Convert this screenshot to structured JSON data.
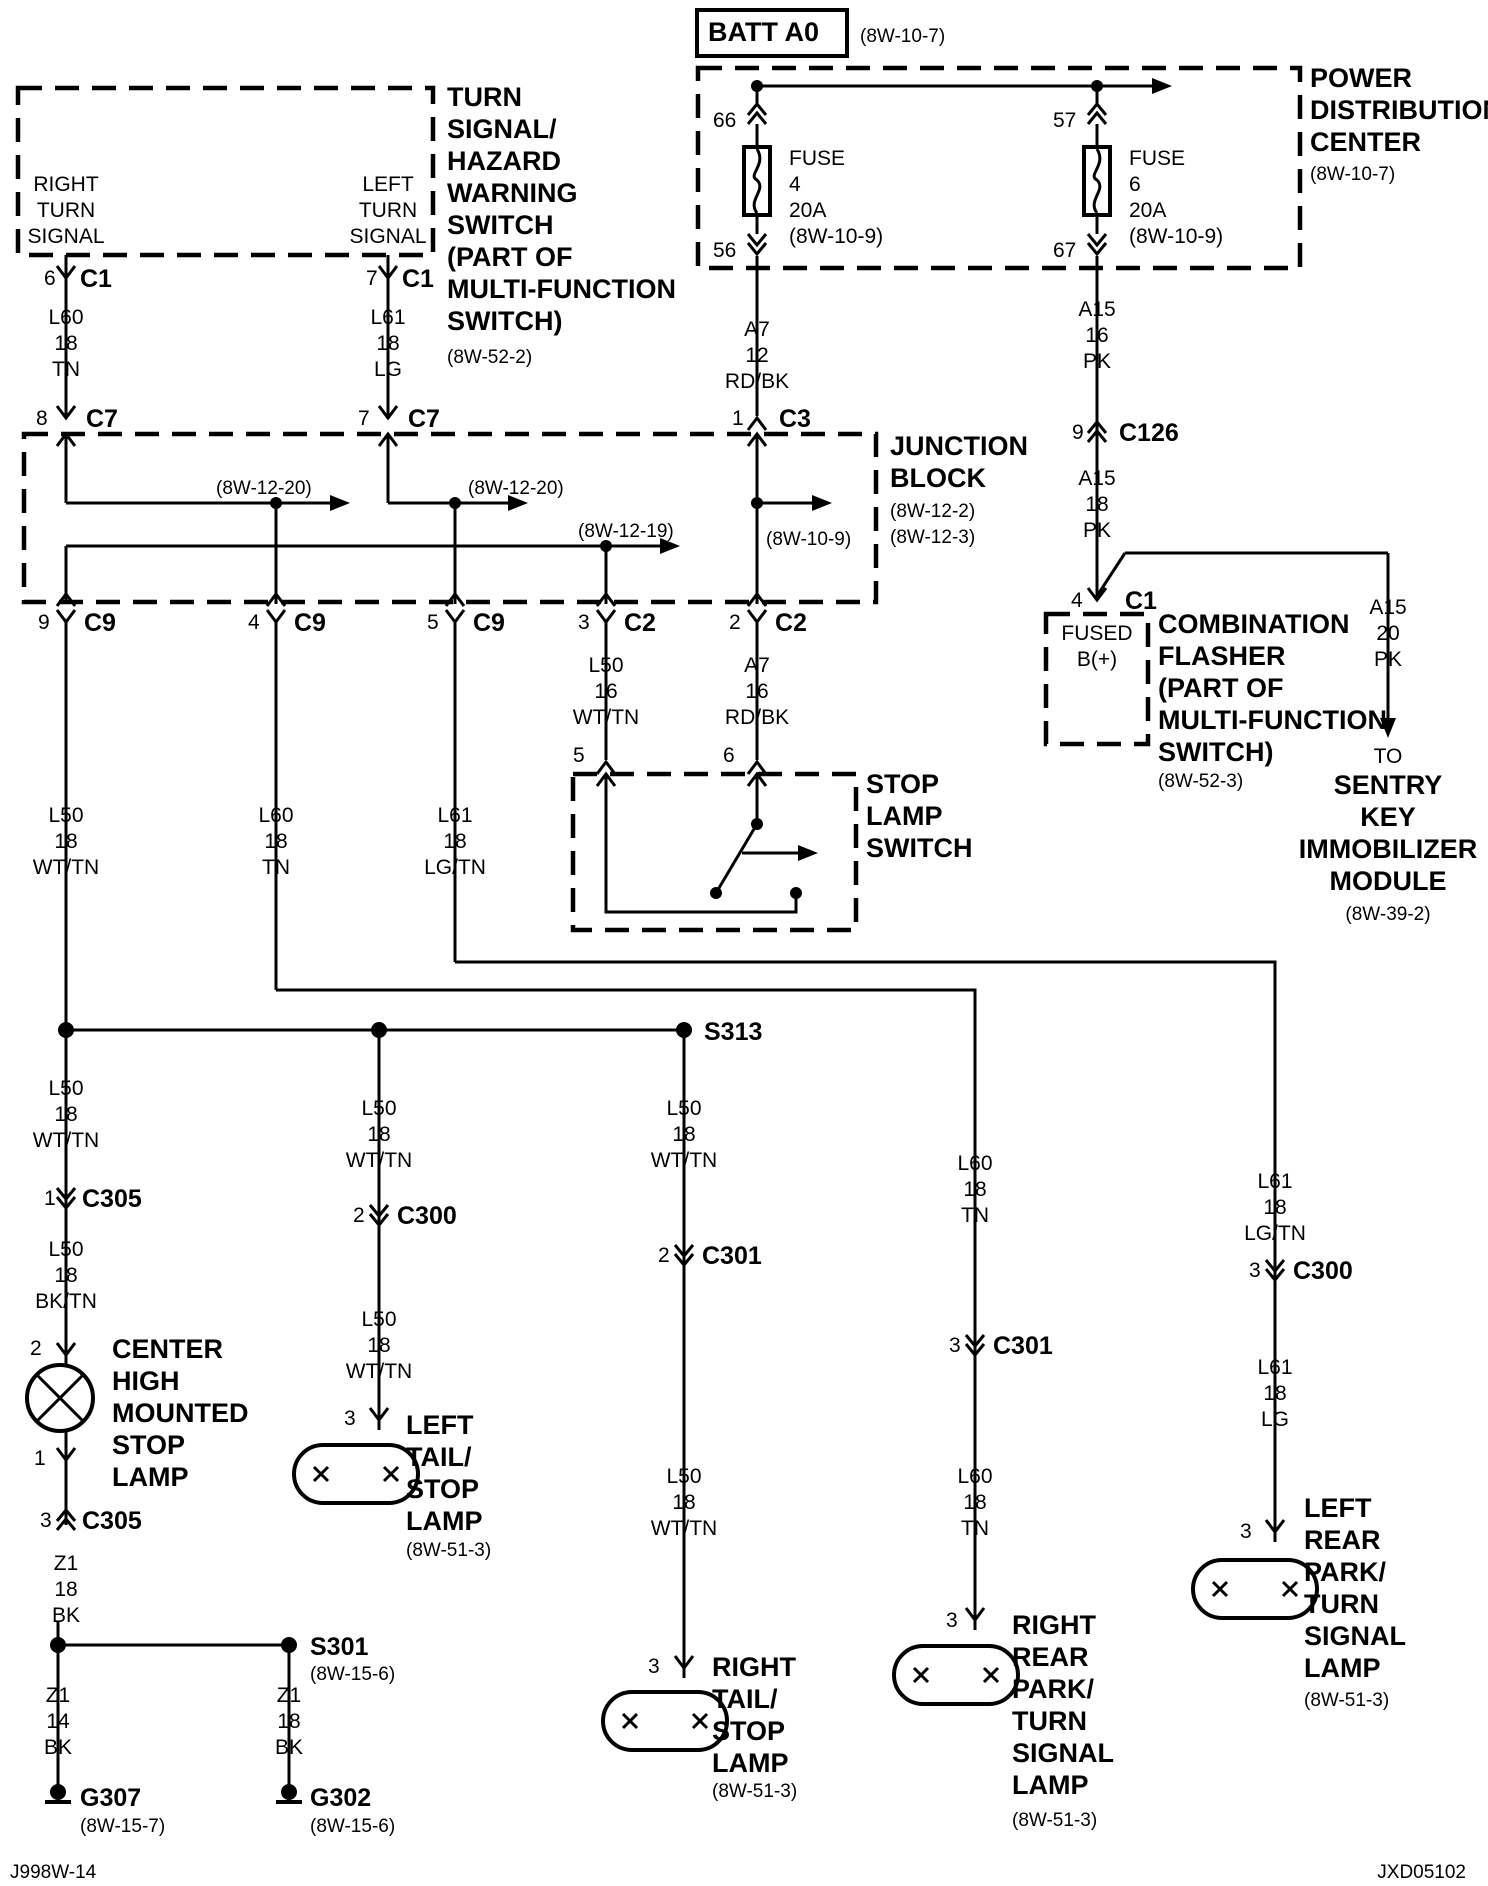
{
  "batt": {
    "label": "BATT A0",
    "ref": "(8W-10-7)"
  },
  "pdc": {
    "lines": [
      "POWER",
      "DISTRIBUTION",
      "CENTER"
    ],
    "ref": "(8W-10-7)"
  },
  "fuse4": {
    "pin_top": "66",
    "pin_bot": "56",
    "lines": [
      "FUSE",
      "4",
      "20A",
      "(8W-10-9)"
    ]
  },
  "fuse6": {
    "pin_top": "57",
    "pin_bot": "67",
    "lines": [
      "FUSE",
      "6",
      "20A",
      "(8W-10-9)"
    ]
  },
  "tsw": {
    "lines": [
      "TURN",
      "SIGNAL/",
      "HAZARD",
      "WARNING",
      "SWITCH",
      "(PART OF",
      "MULTI-FUNCTION",
      "SWITCH)"
    ],
    "ref": "(8W-52-2)",
    "right_signal": [
      "RIGHT",
      "TURN",
      "SIGNAL"
    ],
    "left_signal": [
      "LEFT",
      "TURN",
      "SIGNAL"
    ]
  },
  "wires": {
    "l60_a": [
      "L60",
      "18",
      "TN"
    ],
    "l61_a": [
      "L61",
      "18",
      "LG"
    ],
    "a7_a": [
      "A7",
      "12",
      "RD/BK"
    ],
    "a15_a": [
      "A15",
      "16",
      "PK"
    ],
    "a15_b": [
      "A15",
      "18",
      "PK"
    ],
    "a15_c": [
      "A15",
      "20",
      "PK"
    ],
    "l50_c2": [
      "L50",
      "16",
      "WT/TN"
    ],
    "a7_c2": [
      "A7",
      "16",
      "RD/BK"
    ],
    "l50_c9": [
      "L50",
      "18",
      "WT/TN"
    ],
    "l60_c9": [
      "L60",
      "18",
      "TN"
    ],
    "l61_c9": [
      "L61",
      "18",
      "LG/TN"
    ],
    "l50_chm": [
      "L50",
      "18",
      "WT/TN"
    ],
    "l50_chm2": [
      "L50",
      "18",
      "BK/TN"
    ],
    "l50_lt": [
      "L50",
      "18",
      "WT/TN"
    ],
    "l50_lt2": [
      "L50",
      "18",
      "WT/TN"
    ],
    "l50_rt": [
      "L50",
      "18",
      "WT/TN"
    ],
    "l50_rt2": [
      "L50",
      "18",
      "WT/TN"
    ],
    "l60_rr": [
      "L60",
      "18",
      "TN"
    ],
    "l60_rr2": [
      "L60",
      "18",
      "TN"
    ],
    "l61_lr": [
      "L61",
      "18",
      "LG/TN"
    ],
    "l61_lr2": [
      "L61",
      "18",
      "LG"
    ],
    "z1_a": [
      "Z1",
      "18",
      "BK"
    ],
    "z1_b": [
      "Z1",
      "14",
      "BK"
    ],
    "z1_c": [
      "Z1",
      "18",
      "BK"
    ]
  },
  "connectors": {
    "c1_r": {
      "pin": "6",
      "name": "C1"
    },
    "c1_l": {
      "pin": "7",
      "name": "C1"
    },
    "c7_a": {
      "pin": "8",
      "name": "C7"
    },
    "c7_b": {
      "pin": "7",
      "name": "C7"
    },
    "c3": {
      "pin": "1",
      "name": "C3"
    },
    "c126": {
      "pin": "9",
      "name": "C126"
    },
    "c9_a": {
      "pin": "9",
      "name": "C9"
    },
    "c9_b": {
      "pin": "4",
      "name": "C9"
    },
    "c9_c": {
      "pin": "5",
      "name": "C9"
    },
    "c2_a": {
      "pin": "3",
      "name": "C2"
    },
    "c2_b": {
      "pin": "2",
      "name": "C2"
    },
    "c1_flash": {
      "pin": "4",
      "name": "C1"
    },
    "c305_a": {
      "pin": "1",
      "name": "C305"
    },
    "c305_b": {
      "pin": "3",
      "name": "C305"
    },
    "c300_a": {
      "pin": "2",
      "name": "C300"
    },
    "c300_b": {
      "pin": "3",
      "name": "C300"
    },
    "c301_a": {
      "pin": "2",
      "name": "C301"
    },
    "c301_b": {
      "pin": "3",
      "name": "C301"
    }
  },
  "junction_block": {
    "lines": [
      "JUNCTION",
      "BLOCK"
    ],
    "refs": [
      "(8W-12-2)",
      "(8W-12-3)"
    ],
    "ref_a": "(8W-12-20)",
    "ref_b": "(8W-12-20)",
    "ref_c": "(8W-12-19)",
    "ref_d": "(8W-10-9)"
  },
  "flasher": {
    "lines": [
      "COMBINATION",
      "FLASHER",
      "(PART OF",
      "MULTI-FUNCTION",
      "SWITCH)"
    ],
    "ref": "(8W-52-3)",
    "inner": [
      "FUSED",
      "B(+)"
    ]
  },
  "sentry": {
    "lines": [
      "TO",
      "SENTRY",
      "KEY",
      "IMMOBILIZER",
      "MODULE"
    ],
    "ref": "(8W-39-2)"
  },
  "stop_switch": {
    "lines": [
      "STOP",
      "LAMP",
      "SWITCH"
    ],
    "pin_a": "5",
    "pin_b": "6"
  },
  "splices": {
    "s313": "S313",
    "s301": "S301",
    "s301_ref": "(8W-15-6)"
  },
  "grounds": {
    "g307": "G307",
    "g307_ref": "(8W-15-7)",
    "g302": "G302",
    "g302_ref": "(8W-15-6)"
  },
  "lamps": {
    "chmsl": {
      "lines": [
        "CENTER",
        "HIGH",
        "MOUNTED",
        "STOP",
        "LAMP"
      ],
      "pin_top": "2",
      "pin_bot": "1"
    },
    "left_tail": {
      "lines": [
        "LEFT",
        "TAIL/",
        "STOP",
        "LAMP"
      ],
      "ref": "(8W-51-3)",
      "pin": "3"
    },
    "right_tail": {
      "lines": [
        "RIGHT",
        "TAIL/",
        "STOP",
        "LAMP"
      ],
      "ref": "(8W-51-3)",
      "pin": "3"
    },
    "right_rear": {
      "lines": [
        "RIGHT",
        "REAR",
        "PARK/",
        "TURN",
        "SIGNAL",
        "LAMP"
      ],
      "ref": "(8W-51-3)",
      "pin": "3"
    },
    "left_rear": {
      "lines": [
        "LEFT",
        "REAR",
        "PARK/",
        "TURN",
        "SIGNAL",
        "LAMP"
      ],
      "ref": "(8W-51-3)",
      "pin": "3"
    }
  },
  "footer": {
    "left": "J998W-14",
    "right": "JXD05102"
  }
}
